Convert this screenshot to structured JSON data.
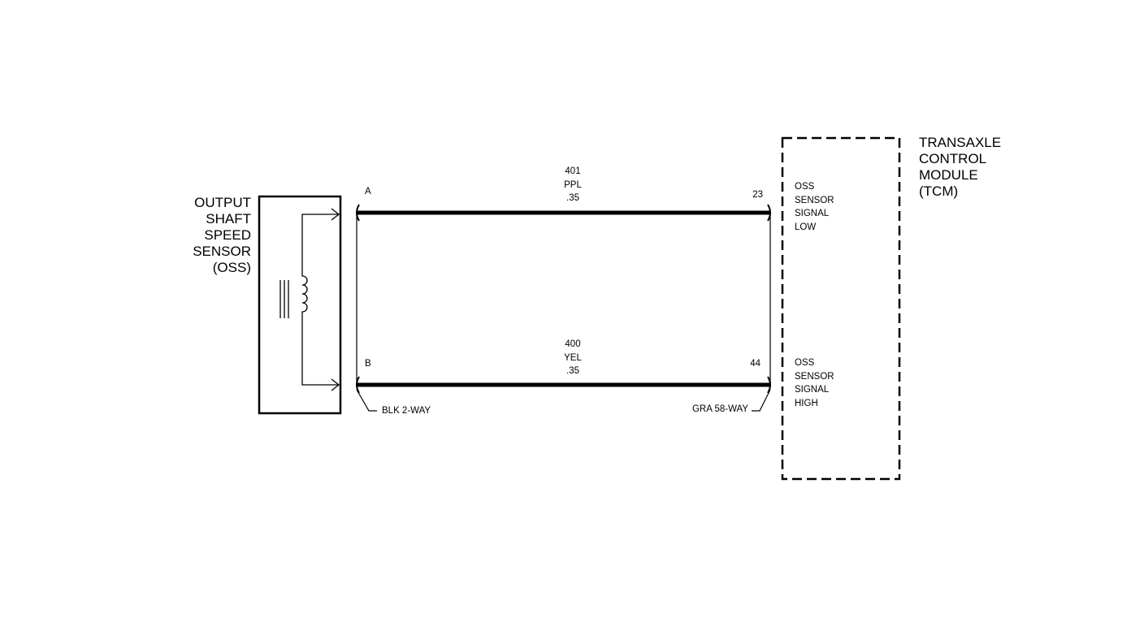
{
  "sensor": {
    "name_lines": [
      "OUTPUT",
      "SHAFT",
      "SPEED",
      "SENSOR",
      "(OSS)"
    ]
  },
  "module": {
    "name_lines": [
      "TRANSAXLE",
      "CONTROL",
      "MODULE",
      "(TCM)"
    ],
    "signal_low_lines": [
      "OSS",
      "SENSOR",
      "SIGNAL",
      "LOW"
    ],
    "signal_high_lines": [
      "OSS",
      "SENSOR",
      "SIGNAL",
      "HIGH"
    ]
  },
  "wires": [
    {
      "circuit": "401",
      "color": "PPL",
      "gauge": ".35",
      "sensor_pin": "A",
      "module_pin": "23"
    },
    {
      "circuit": "400",
      "color": "YEL",
      "gauge": ".35",
      "sensor_pin": "B",
      "module_pin": "44"
    }
  ],
  "connectors": {
    "sensor_side": "BLK 2-WAY",
    "module_side": "GRA 58-WAY"
  }
}
